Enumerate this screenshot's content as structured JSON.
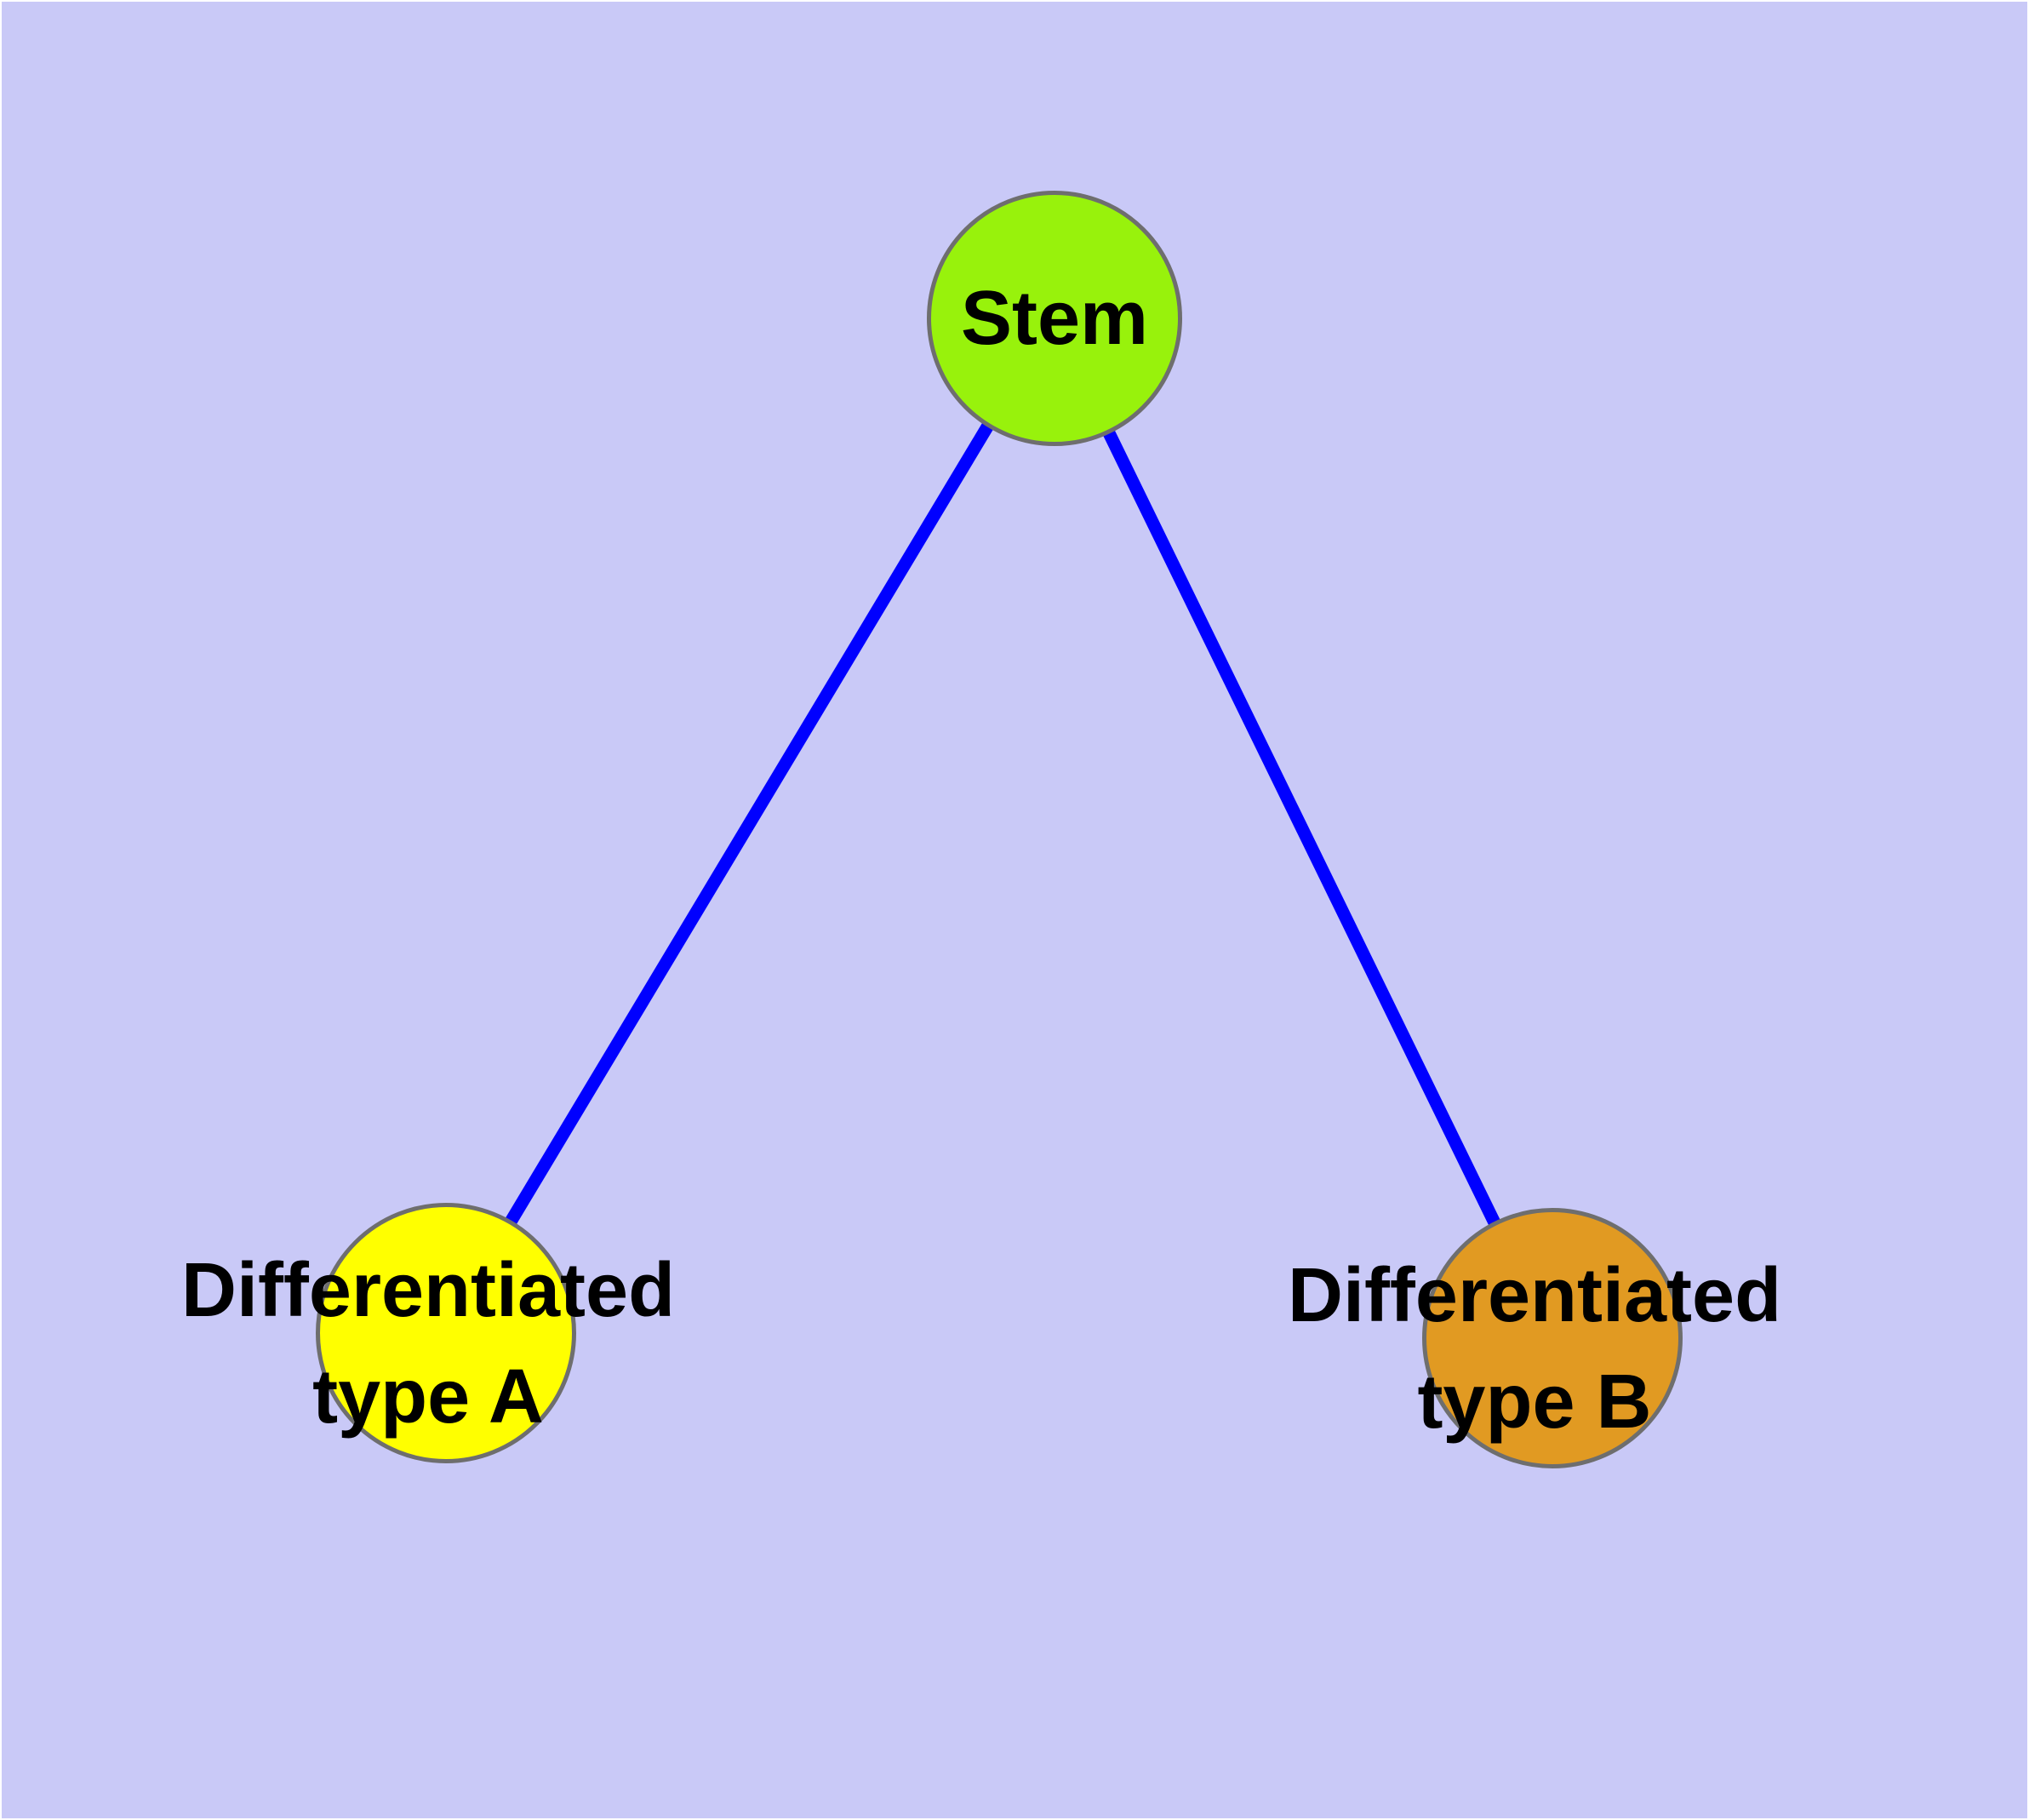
{
  "figure": {
    "background": "#c9c9f7",
    "frame_color": "#ffffff"
  },
  "colors": {
    "node_border": "#6e6e6e",
    "edge": "#0000ff",
    "label_text": "#000000"
  },
  "nodes": [
    {
      "id": "stem",
      "label": "Stem",
      "fill": "#98f20c"
    },
    {
      "id": "differentiated-type-a",
      "label": "Differentiated\ntype A",
      "fill": "#ffff00"
    },
    {
      "id": "differentiated-type-b",
      "label": "Differentiated\ntype B",
      "fill": "#e19a22"
    }
  ],
  "edges": [
    {
      "from": "stem",
      "to": "differentiated-type-a",
      "color": "#0000ff"
    },
    {
      "from": "stem",
      "to": "differentiated-type-b",
      "color": "#0000ff"
    }
  ]
}
